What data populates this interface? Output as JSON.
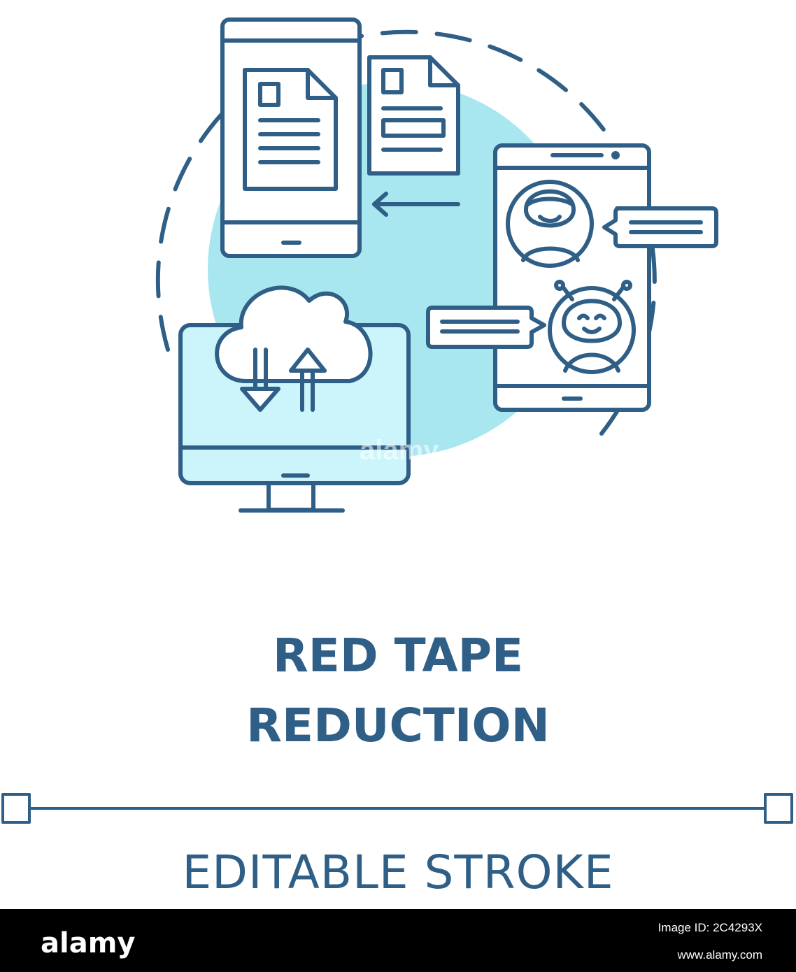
{
  "title": {
    "line1": "RED TAPE",
    "line2": "REDUCTION"
  },
  "subtitle": "EDITABLE STROKE",
  "watermark": "alamy",
  "footer": {
    "brand": "alamy",
    "image_id": "Image ID: 2C4293X",
    "url": "www.alamy.com"
  },
  "colors": {
    "stroke": "#2f5f86",
    "accent_fill": "#a8e6f0",
    "screen_fill": "#ccf5fb",
    "background": "#ffffff"
  },
  "icons": [
    "tablet-icon",
    "document-icon",
    "arrow-left-icon",
    "smartphone-icon",
    "user-avatar-icon",
    "chatbot-icon",
    "speech-bubble-icon",
    "monitor-icon",
    "cloud-sync-icon",
    "editable-stroke-handle-icon"
  ]
}
